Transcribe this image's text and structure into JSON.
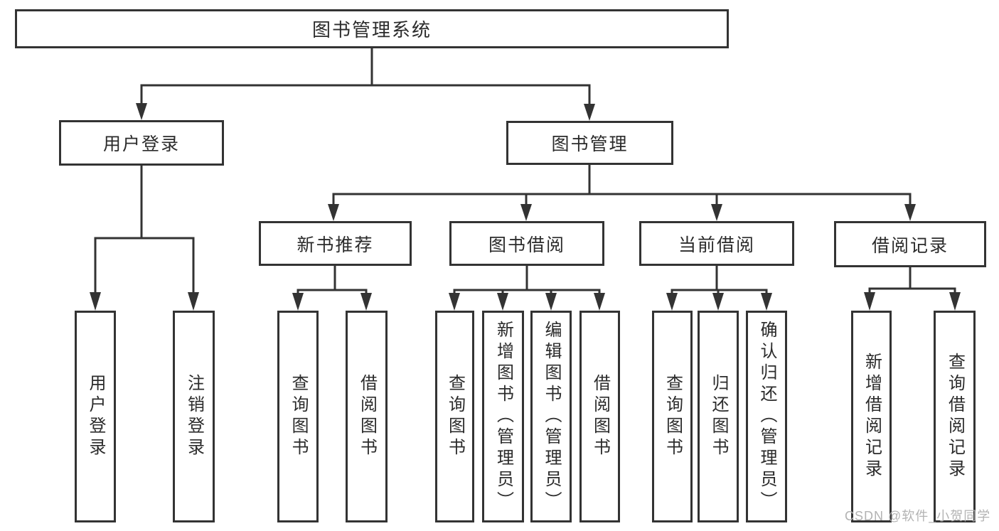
{
  "diagram": {
    "root": {
      "label": "图书管理系统"
    },
    "level2": [
      {
        "label": "用户登录"
      },
      {
        "label": "图书管理"
      }
    ],
    "level3": [
      {
        "label": "新书推荐"
      },
      {
        "label": "图书借阅"
      },
      {
        "label": "当前借阅"
      },
      {
        "label": "借阅记录"
      }
    ],
    "level4": {
      "user_login": [
        {
          "label": "用户登录"
        },
        {
          "label": "注销登录"
        }
      ],
      "new_books": [
        {
          "label": "查询图书"
        },
        {
          "label": "借阅图书"
        }
      ],
      "book_borrow": [
        {
          "label": "查询图书"
        },
        {
          "label": "新增图书（管理员）"
        },
        {
          "label": "编辑图书（管理员）"
        },
        {
          "label": "借阅图书"
        }
      ],
      "current_borrow": [
        {
          "label": "查询图书"
        },
        {
          "label": "归还图书"
        },
        {
          "label": "确认归还（管理员）"
        }
      ],
      "borrow_records": [
        {
          "label": "新增借阅记录"
        },
        {
          "label": "查询借阅记录"
        }
      ]
    },
    "watermark": "CSDN @软件_小贺同学",
    "colors": {
      "line": "#333333",
      "text": "#2b2b2b",
      "watermark": "#b3b3b3",
      "background": "#ffffff"
    }
  }
}
